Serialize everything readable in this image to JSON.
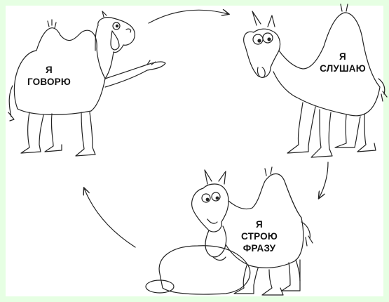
{
  "colors": {
    "frame": "#e6ffe3",
    "panel": "#ffffff",
    "ink": "#222222"
  },
  "diagram": {
    "kind": "cycle",
    "nodes": [
      {
        "id": "speaker",
        "icon": "camel-talking-icon",
        "line1": "Я",
        "line2": "ГОВОРЮ"
      },
      {
        "id": "listener",
        "icon": "camel-listening-icon",
        "line1": "Я",
        "line2": "СЛУШАЮ"
      },
      {
        "id": "thinker",
        "icon": "camel-thinking-icon",
        "line1": "Я",
        "line2": "СТРОЮ",
        "line3": "ФРАЗУ"
      }
    ],
    "edges": [
      {
        "from": "speaker",
        "to": "listener"
      },
      {
        "from": "listener",
        "to": "thinker"
      },
      {
        "from": "thinker",
        "to": "speaker"
      }
    ]
  }
}
